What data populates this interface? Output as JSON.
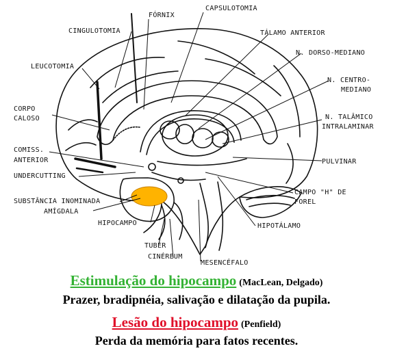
{
  "labels": {
    "fornix": "FÓRNIX",
    "capsulotomia": "CAPSULOTOMIA",
    "cingulotomia": "CINGULOTOMIA",
    "talamo_anterior": "TÁLAMO ANTERIOR",
    "dorso_mediano": "N. DORSO-MEDIANO",
    "leucotomia": "LEUCOTOMIA",
    "centro_mediano_1": "N. CENTRO-",
    "centro_mediano_2": "MEDIANO",
    "corpo_caloso_1": "CORPO",
    "corpo_caloso_2": "CALOSO",
    "talamico_1": "N. TALÂMICO",
    "talamico_2": "INTRALAMINAR",
    "comiss_1": "COMISS.",
    "comiss_2": "ANTERIOR",
    "pulvinar": "PULVINAR",
    "undercutting": "UNDERCUTTING",
    "campo_h_1": "CAMPO \"H\" DE",
    "campo_h_2": "FOREL",
    "substancia": "SUBSTÂNCIA INOMINADA",
    "amigdala": "AMÍGDALA",
    "hipotalamo": "HIPOTÁLAMO",
    "hipocampo": "HIPOCAMPO",
    "tuber_1": "TUBER",
    "tuber_2": "CINÉREUM",
    "mesencefalo": "MESENCÉFALO"
  },
  "captions": {
    "stim_title": "Estimulação do hipocampo",
    "stim_authors": "(MacLean, Delgado)",
    "stim_effects": "Prazer, bradipnéia, salivação e dilatação da pupila.",
    "lesion_title": "Lesão do hipocampo",
    "lesion_author": "(Penfield)",
    "lesion_effects": "Perda da memória para fatos recentes."
  },
  "colors": {
    "stimulation": "#33b233",
    "lesion": "#e0102a",
    "amygdala_highlight": "#ffb300"
  }
}
